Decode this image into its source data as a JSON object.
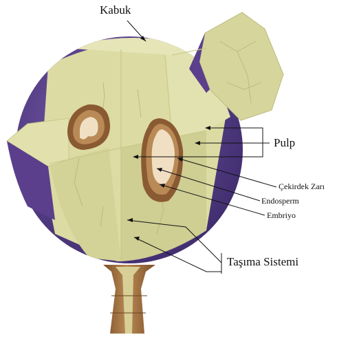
{
  "diagram": {
    "labels": {
      "kabuk": "Kabuk",
      "pulp": "Pulp",
      "cekirdek_zari": "Çekirdek Zarı",
      "endosperm": "Endosperm",
      "embriyo": "Embriyo",
      "tasima_sistemi": "Taşıma Sistemi"
    },
    "colors": {
      "skin": "#5b3f8c",
      "skin_dark": "#3c2a6a",
      "pulp": "#d9d9a0",
      "pulp_light": "#e4e3b2",
      "pulp_shadow": "#c5c487",
      "seed_coat": "#8a5a33",
      "seed_coat_light": "#b98a55",
      "endosperm": "#f1dfc3",
      "stem": "#9a6a3a",
      "stem_light": "#d8cf96"
    }
  }
}
